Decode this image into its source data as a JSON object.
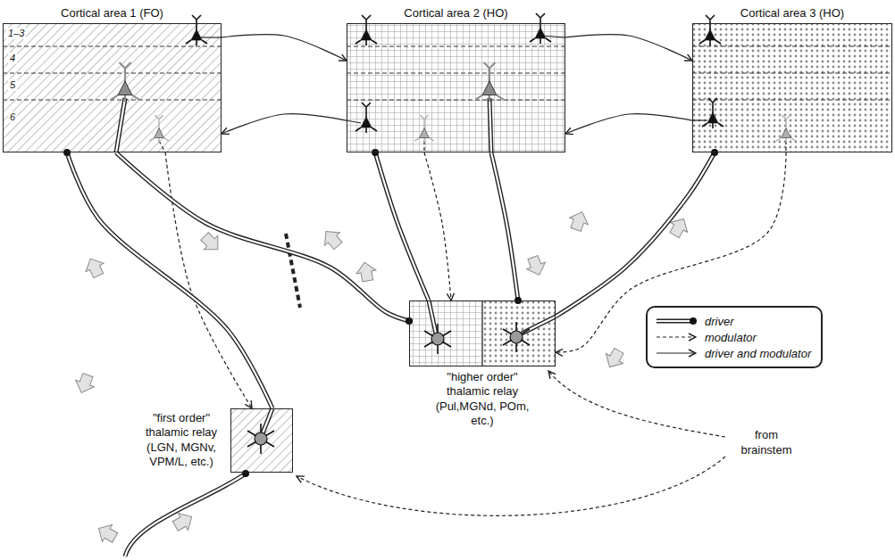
{
  "diagram": {
    "nodes": [
      {
        "text": [
          "Cortical area 1 (FO)"
        ]
      },
      {
        "text": [
          "Cortical area 2 (HO)"
        ]
      },
      {
        "text": [
          "Cortical area 3 (HO)"
        ]
      },
      {
        "text": [
          "\"first order\" thalamic relay (LGN, MGNv, VPM/L, etc.)"
        ]
      },
      {
        "text": [
          "\"higher order\" thalamic relay (Pul,MGNd, POm, etc.)"
        ]
      }
    ],
    "edges": [
      {
        "from": 0,
        "to": 3,
        "arrow": "to"
      },
      {
        "from": 3,
        "to": 0,
        "arrow": "to"
      },
      {
        "from": 0,
        "to": 4,
        "arrow": "to"
      },
      {
        "from": 4,
        "to": 1,
        "arrow": "to"
      },
      {
        "from": 1,
        "to": 4,
        "arrow": "to"
      },
      {
        "from": 1,
        "to": 4,
        "arrow": "to"
      },
      {
        "from": 4,
        "to": 2,
        "arrow": "to"
      },
      {
        "from": 2,
        "to": 4,
        "arrow": "to"
      },
      {
        "from": 0,
        "to": 1,
        "arrow": "to"
      },
      {
        "from": 1,
        "to": 0,
        "arrow": "to"
      },
      {
        "from": 1,
        "to": 2,
        "arrow": "to"
      },
      {
        "from": 2,
        "to": 1,
        "arrow": "to"
      }
    ],
    "labels": [
      "1–3",
      "4",
      "5",
      "6",
      "from brainstem"
    ],
    "legend": [
      {
        "text": "driver"
      },
      {
        "text": "modulator"
      },
      {
        "text": "driver and modulator"
      }
    ]
  }
}
